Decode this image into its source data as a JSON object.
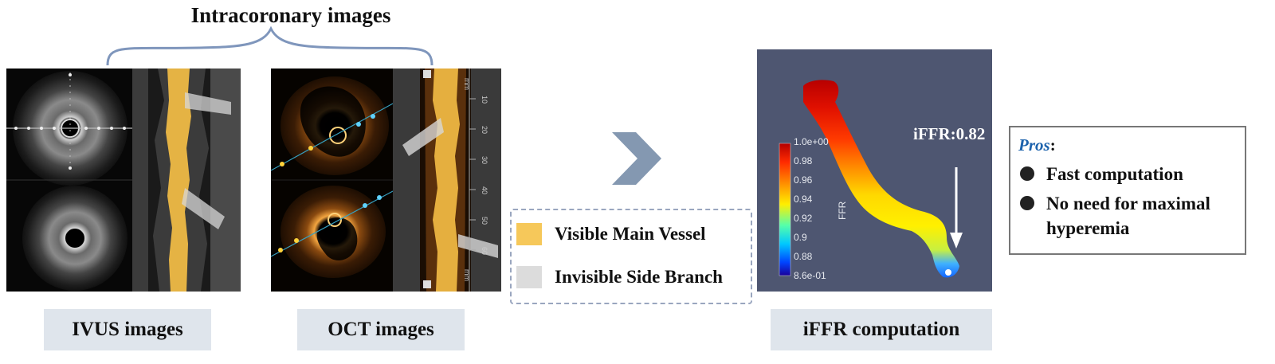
{
  "title": "Intracoronary images",
  "captions": {
    "ivus": "IVUS images",
    "oct": "OCT images",
    "iffr": "iFFR computation"
  },
  "legend": {
    "main_vessel": "Visible Main Vessel",
    "side_branch": "Invisible Side Branch",
    "main_color": "#f6c85a",
    "side_color": "#dcdcdc"
  },
  "colorbar": {
    "label": "FFR",
    "ticks": [
      "1.0e+00",
      "0.98",
      "0.96",
      "0.94",
      "0.92",
      "0.9",
      "0.88",
      "8.6e-01"
    ]
  },
  "iffr_value": "iFFR:0.82",
  "oct_scale": {
    "unit": "mm",
    "ticks": [
      "10",
      "20",
      "30",
      "40",
      "50",
      "60"
    ]
  },
  "pros": {
    "title": "Pros",
    "colon": ":",
    "items": [
      "Fast computation",
      "No need for maximal hyperemia"
    ]
  },
  "colors": {
    "arrow": "#8498b1",
    "caption_bg": "#dfe5ec",
    "iffr_panel": "#4e5671",
    "pros_title": "#1d63ad"
  }
}
